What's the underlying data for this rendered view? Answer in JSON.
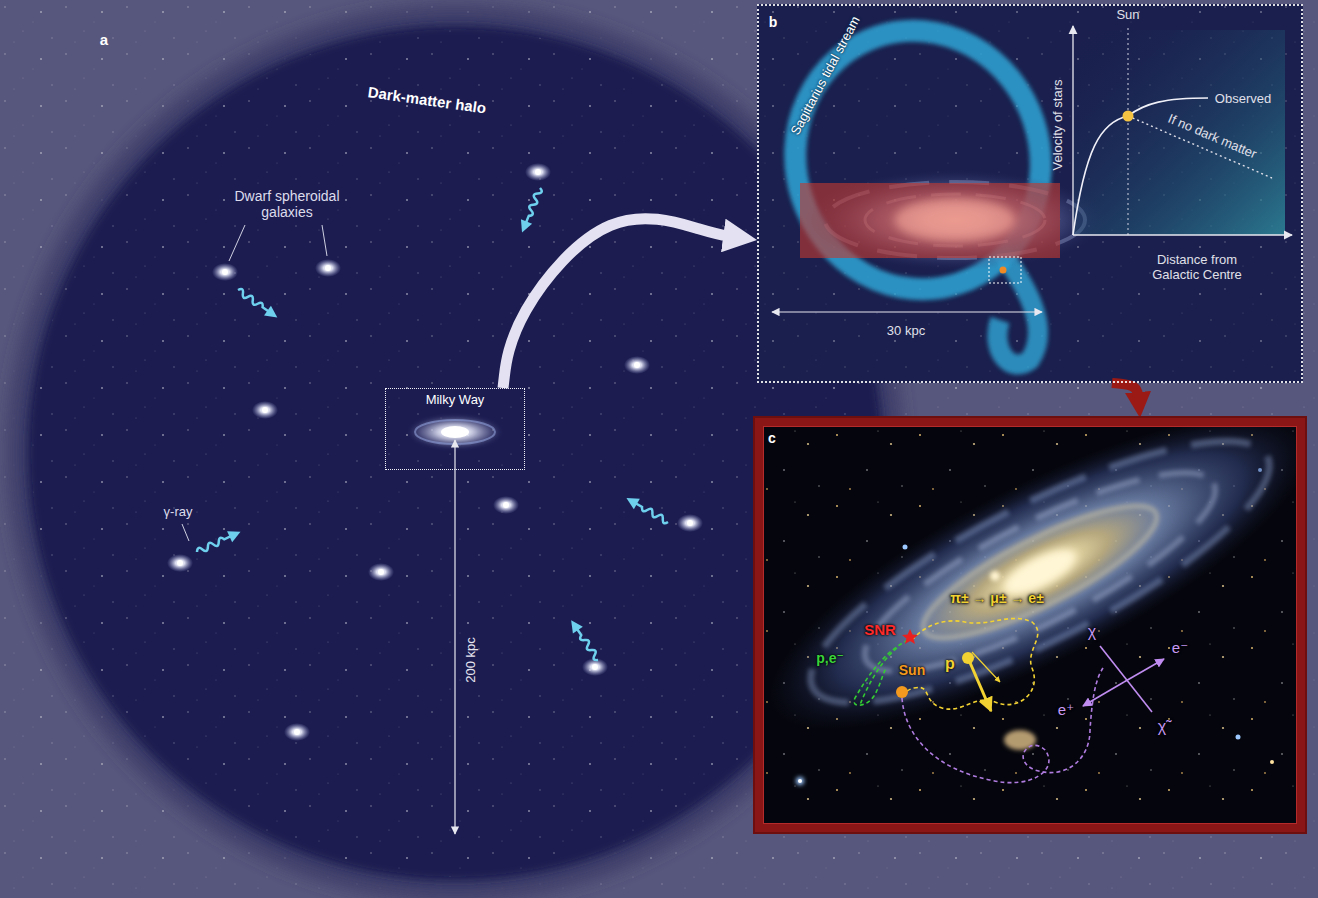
{
  "diagram": {
    "nodes": [
      {
        "text": [
          "a",
          "Dark-matter halo"
        ]
      },
      {
        "text": [
          "Milky Way"
        ],
        "in": 0
      },
      {
        "text": [
          "b"
        ]
      },
      {
        "text": [
          "c"
        ]
      }
    ],
    "edges": [
      {
        "from": 1,
        "to": 2,
        "arrow": "to"
      },
      {
        "from": 2,
        "to": 3,
        "arrow": "to"
      }
    ],
    "labels": [
      "Dwarf spheroidal galaxies",
      "γ-ray",
      "200 kpc",
      "Sagittarius tidal stream",
      "30 kpc",
      "Sun",
      "Observed",
      "If no dark matter",
      "Velocity of stars",
      "Distance from Galactic Centre",
      "SNR",
      "p,e⁻",
      "Sun",
      "π± → μ± → e±",
      "p",
      "χ",
      "χ̃",
      "e⁻",
      "e⁺"
    ]
  }
}
